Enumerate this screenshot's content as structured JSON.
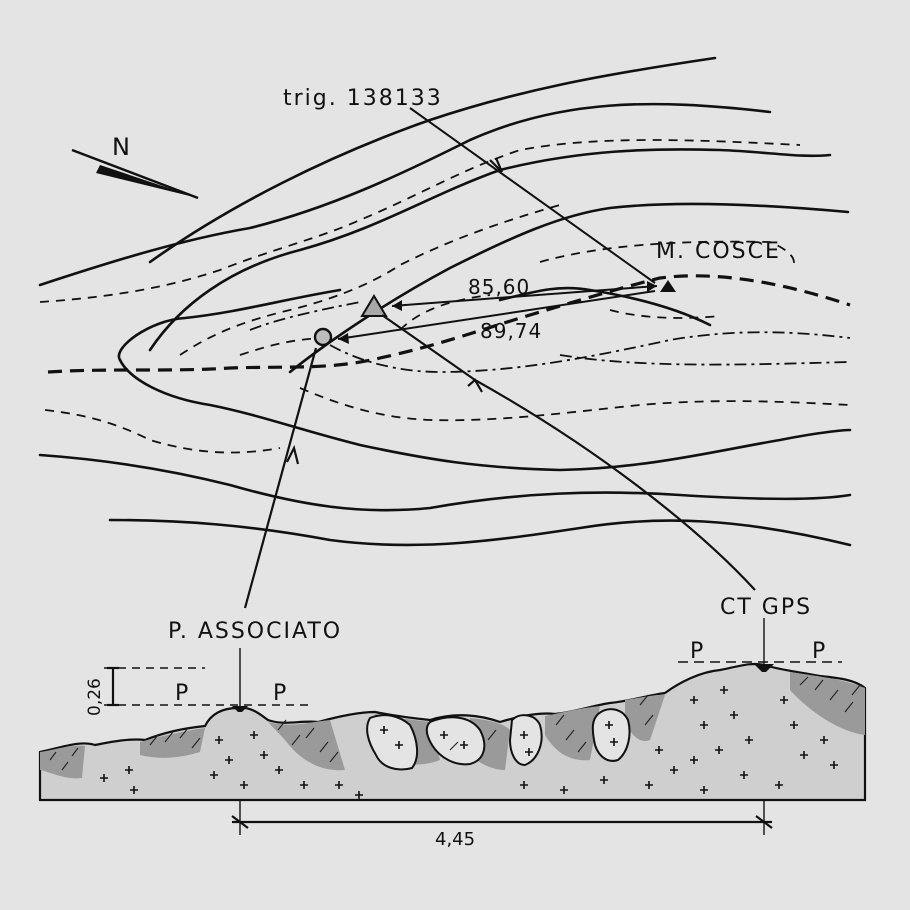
{
  "north_label": "N",
  "trig_label": "trig. 138133",
  "summit_label": "M. COSCE",
  "distance_a": "85,60",
  "distance_b": "89,74",
  "associated_label": "P. ASSOCIATO",
  "gps_label": "CT GPS",
  "p_left_1": "P",
  "p_left_2": "P",
  "p_right_1": "P",
  "p_right_2": "P",
  "height_diff": "0,26",
  "base_distance": "4,45",
  "colors": {
    "ink": "#111111",
    "paper": "#e4e4e4",
    "triangle_fill": "#a8a8a8",
    "circle_fill": "#bdbdbd",
    "rock_fill": "#9a9a9a"
  }
}
